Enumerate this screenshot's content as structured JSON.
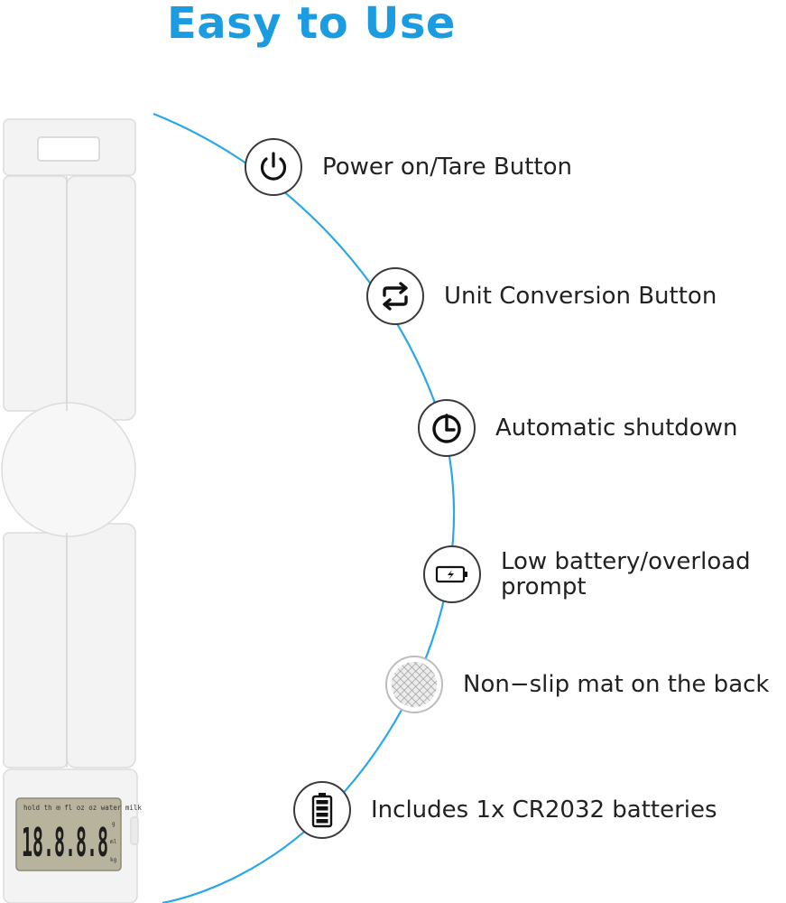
{
  "title": "Easy to Use",
  "colors": {
    "accent": "#1b9be0",
    "text": "#222222",
    "device": "#f2f2f2",
    "lcd": "#b8b39c"
  },
  "features": [
    {
      "label": "Power on/Tare Button",
      "icon": "power-icon"
    },
    {
      "label": "Unit Conversion Button",
      "icon": "unit-conversion-icon"
    },
    {
      "label": "Automatic shutdown",
      "icon": "auto-shutdown-icon"
    },
    {
      "label": "Low battery/overload prompt",
      "icon": "low-battery-icon"
    },
    {
      "label": "Non−slip mat on the back",
      "icon": "non-slip-mat-icon"
    },
    {
      "label": "Includes 1x CR2032 batteries",
      "icon": "battery-icon"
    }
  ],
  "lcd": {
    "top_row": "hold th ⊞ fl oz oz water milk",
    "digits": "18.8.8.8",
    "units": [
      "g",
      "ml",
      "kg"
    ]
  }
}
